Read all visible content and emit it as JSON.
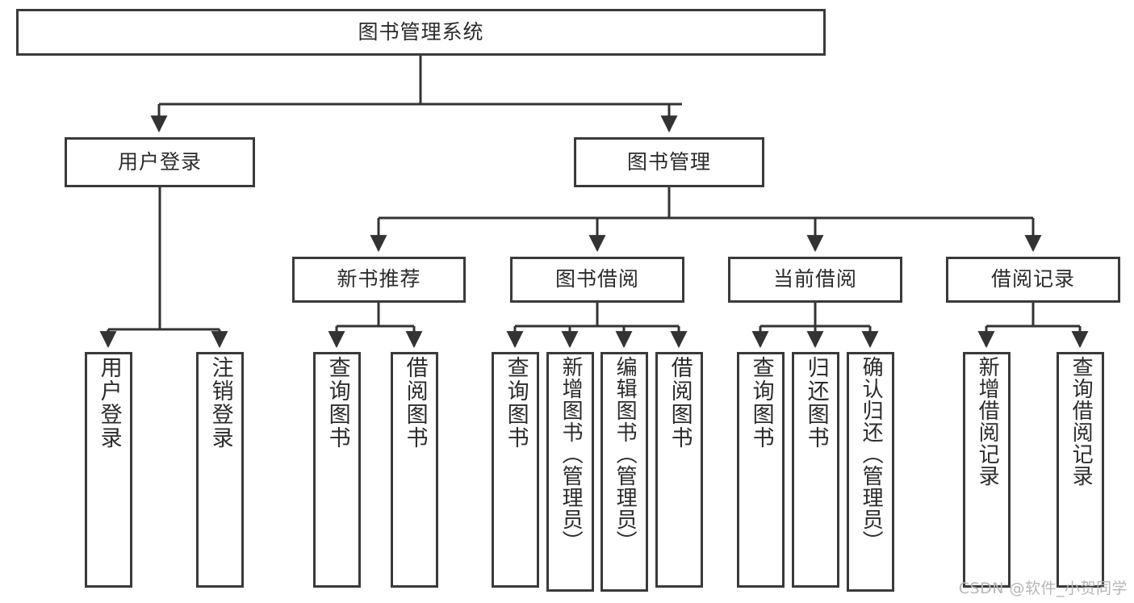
{
  "diagram": {
    "title": "图书管理系统",
    "type": "tree-hierarchy-diagram",
    "colors": {
      "box_border": "#3a3a3a",
      "box_fill": "#ffffff",
      "edge": "#333333",
      "text": "#2b2b2b",
      "watermark": "#b6b6b6",
      "background": "#ffffff"
    }
  },
  "nodes": {
    "root": {
      "label": "图书管理系统"
    },
    "level2": [
      {
        "label": "用户登录"
      },
      {
        "label": "图书管理"
      }
    ],
    "level3": [
      {
        "label": "新书推荐"
      },
      {
        "label": "图书借阅"
      },
      {
        "label": "当前借阅"
      },
      {
        "label": "借阅记录"
      }
    ],
    "leaves": {
      "user_login": [
        {
          "label": "用户登录"
        },
        {
          "label": "注销登录"
        }
      ],
      "new_book_recommend": [
        {
          "label": "查询图书"
        },
        {
          "label": "借阅图书"
        }
      ],
      "book_borrow": [
        {
          "label": "查询图书"
        },
        {
          "label": "新增图书（管理员）"
        },
        {
          "label": "编辑图书（管理员）"
        },
        {
          "label": "借阅图书"
        }
      ],
      "current_borrow": [
        {
          "label": "查询图书"
        },
        {
          "label": "归还图书"
        },
        {
          "label": "确认归还（管理员）"
        }
      ],
      "borrow_record": [
        {
          "label": "新增借阅记录"
        },
        {
          "label": "查询借阅记录"
        }
      ]
    }
  },
  "watermark": {
    "text": "CSDN @软件_小贺同学"
  }
}
